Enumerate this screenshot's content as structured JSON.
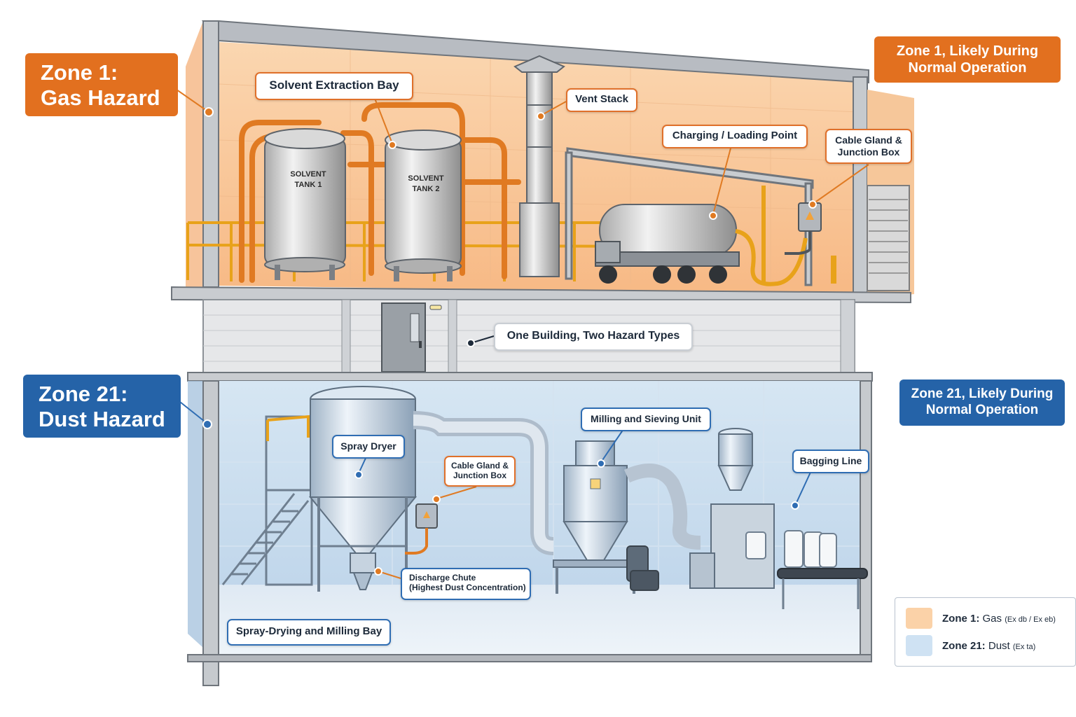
{
  "upper_zone": {
    "title_line1": "Zone 1:",
    "title_line2": "Gas Hazard",
    "tab_line1": "Zone 1, Likely During",
    "tab_line2": "Normal Operation",
    "color": "#e2701f",
    "fill": "#f9c89a"
  },
  "lower_zone": {
    "title_line1": "Zone 21:",
    "title_line2": "Dust Hazard",
    "tab_line1": "Zone 21, Likely During",
    "tab_line2": "Normal Operation",
    "color": "#2563a8",
    "fill": "#c9ddee"
  },
  "labels": {
    "solvent_extraction_bay": "Solvent Extraction Bay",
    "vent_stack": "Vent Stack",
    "charging_point": "Charging / Loading Point",
    "cable_gland_upper_1": "Cable Gland &",
    "cable_gland_upper_2": "Junction Box",
    "tank1_line1": "SOLVENT",
    "tank1_line2": "TANK 1",
    "tank2_line1": "SOLVENT",
    "tank2_line2": "TANK 2",
    "one_building": "One Building, Two Hazard Types",
    "spray_dryer": "Spray Dryer",
    "cable_gland_lower_1": "Cable Gland &",
    "cable_gland_lower_2": "Junction Box",
    "milling_sieving": "Milling and Sieving Unit",
    "bagging_line": "Bagging Line",
    "discharge_chute_1": "Discharge Chute",
    "discharge_chute_2": "(Highest Dust Concentration)",
    "spray_drying_bay": "Spray-Drying and Milling Bay"
  },
  "legend": {
    "items": [
      {
        "zone": "Zone 1:",
        "type": "Gas",
        "marking": "(Ex db / Ex eb)",
        "color": "#fbd2a8"
      },
      {
        "zone": "Zone 21:",
        "type": "Dust",
        "marking": "(Ex ta)",
        "color": "#cfe2f3"
      }
    ]
  }
}
